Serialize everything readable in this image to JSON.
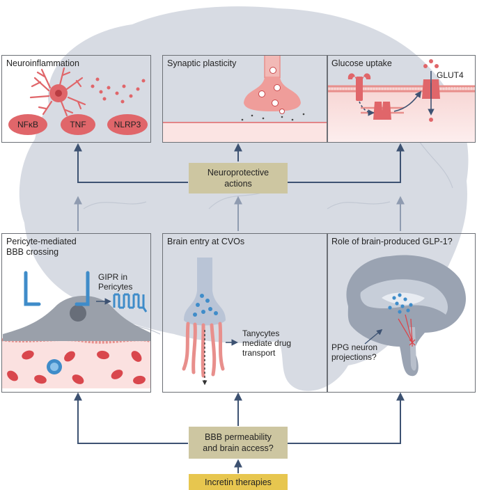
{
  "panels": {
    "neuroinflammation": {
      "title": "Neuroinflammation",
      "markers": [
        "NFκB",
        "TNF",
        "NLRP3"
      ]
    },
    "synaptic": {
      "title": "Synaptic plasticity"
    },
    "glucose": {
      "title": "Glucose uptake",
      "transporter": "GLUT4"
    },
    "pericyte": {
      "title": "Pericyte-mediated\nBBB crossing",
      "label": "GIPR in\nPericytes"
    },
    "cvo": {
      "title": "Brain entry at CVOs",
      "label": "Tanycytes\nmediate drug\ntransport"
    },
    "glp1": {
      "title": "Role of brain-produced GLP-1?",
      "label": "PPG neuron\nprojections?"
    }
  },
  "center_boxes": {
    "neuroprotective": "Neuroprotective\nactions",
    "bbb": "BBB permeability\nand brain access?",
    "incretin": "Incretin therapies"
  },
  "colors": {
    "panel_border": "#6b6f75",
    "arrow": "#3d5272",
    "olive_box": "#cdc6a1",
    "yellow_box": "#e7c64f",
    "brain_silhouette": "#d7dbe3",
    "cell_red": "#e0666a",
    "receptor_blue": "#3f8cc9"
  }
}
